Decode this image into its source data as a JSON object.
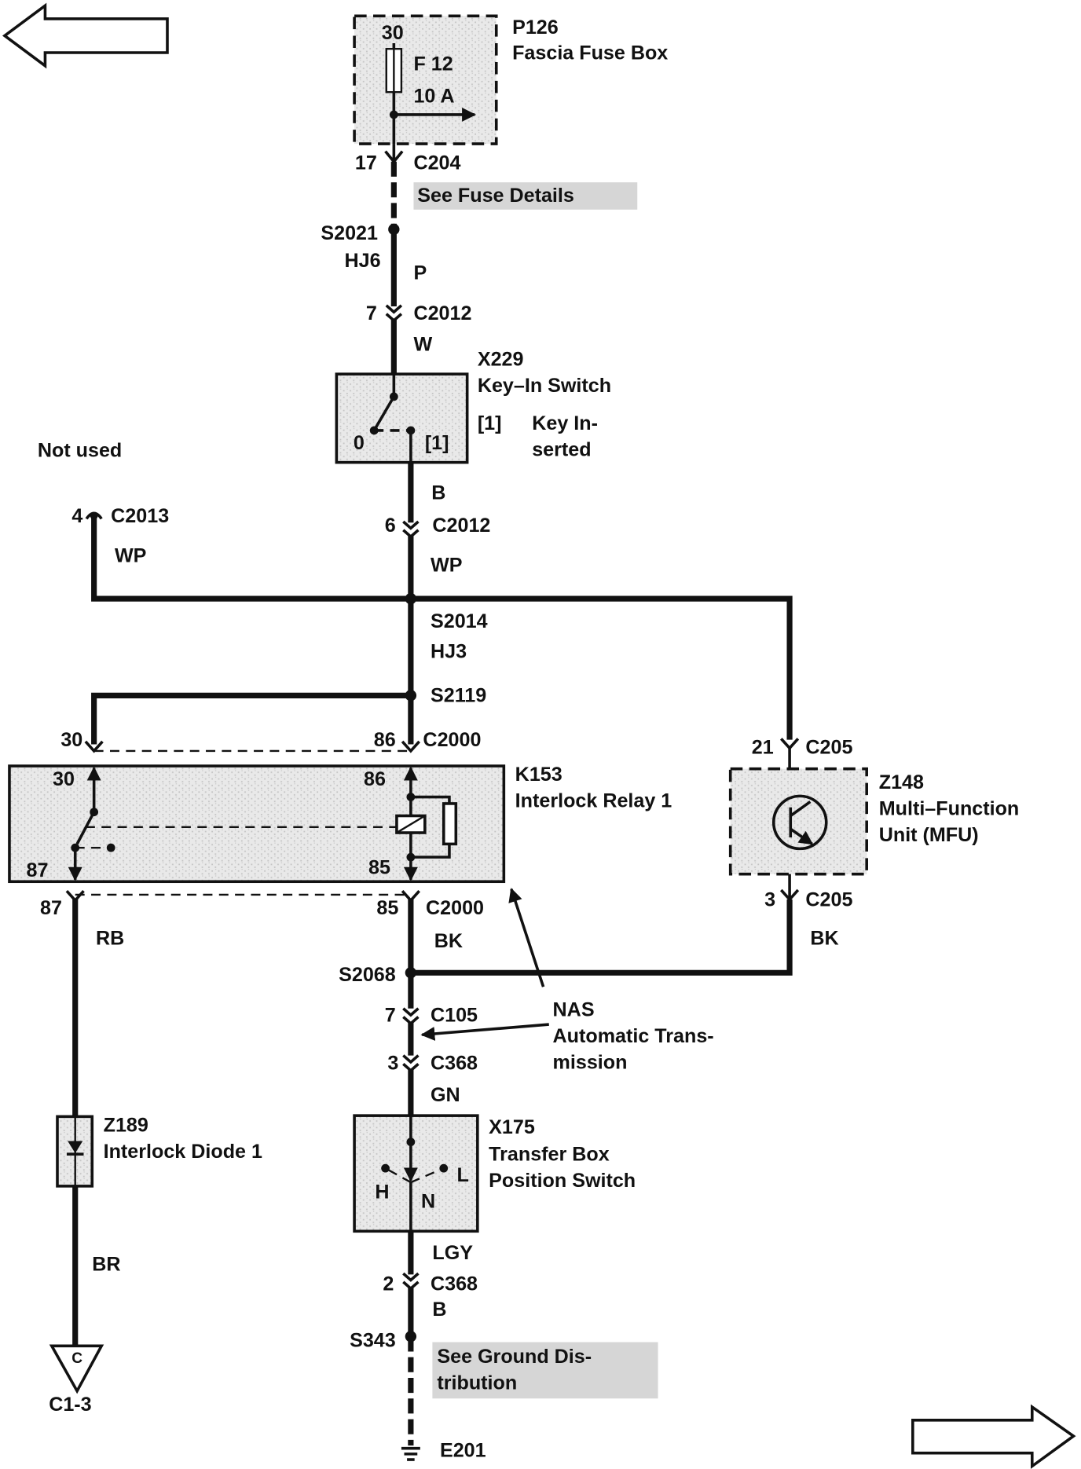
{
  "colors": {
    "ink": "#111111",
    "component_fill": "#e9e9e9",
    "speckle": "#c4c4c4",
    "note_fill": "#d6d6d6",
    "background": "#ffffff"
  },
  "icons": {
    "prev": "left-arrow-icon",
    "next": "right-arrow-icon",
    "fuse": "fuse-icon",
    "transistor": "transistor-icon",
    "diode": "diode-icon",
    "ground": "ground-icon"
  },
  "fuse_box": {
    "id": "P126",
    "name": "Fascia Fuse Box",
    "pin": "30",
    "fuse": "F 12",
    "rating": "10 A"
  },
  "key_switch": {
    "id": "X229",
    "name": "Key–In Switch",
    "legend_ref": "[1]",
    "legend_text_1": "Key In-",
    "legend_text_2": "serted",
    "pos_off": "0",
    "pos_on": "[1]"
  },
  "relay": {
    "id": "K153",
    "name": "Interlock Relay 1",
    "pin_30": "30",
    "pin_86": "86",
    "pin_87": "87",
    "pin_85": "85"
  },
  "mfu": {
    "id": "Z148",
    "name_line_1": "Multi–Function",
    "name_line_2": "Unit (MFU)"
  },
  "diode": {
    "id": "Z189",
    "name": "Interlock Diode 1"
  },
  "transfer_switch": {
    "id": "X175",
    "name_line_1": "Transfer Box",
    "name_line_2": "Position Switch",
    "pos_high": "H",
    "pos_neutral": "N",
    "pos_low": "L"
  },
  "connectors": {
    "c204": {
      "pin": "17",
      "id": "C204"
    },
    "c2012_upper": {
      "pin": "7",
      "id": "C2012"
    },
    "c2012_lower": {
      "pin": "6",
      "id": "C2012"
    },
    "c2013": {
      "pin": "4",
      "id": "C2013"
    },
    "c2000_upper": {
      "pin_left": "30",
      "pin_right": "86",
      "id": "C2000"
    },
    "c2000_lower": {
      "pin_left": "87",
      "pin_right": "85",
      "id": "C2000"
    },
    "c205_upper": {
      "pin": "21",
      "id": "C205"
    },
    "c205_lower": {
      "pin": "3",
      "id": "C205"
    },
    "c105": {
      "pin": "7",
      "id": "C105"
    },
    "c368_upper": {
      "pin": "3",
      "id": "C368"
    },
    "c368_lower": {
      "pin": "2",
      "id": "C368"
    }
  },
  "splices": {
    "s2021": "S2021",
    "s2014": "S2014",
    "s2119": "S2119",
    "s2068": "S2068",
    "s343": "S343"
  },
  "harness": {
    "hj6": "HJ6",
    "hj3": "HJ3"
  },
  "wires": {
    "fuse_feed": "P",
    "key_switch_feed": "W",
    "key_switch_out": "B",
    "main_wp": "WP",
    "left_wp": "WP",
    "relay_87_out": "RB",
    "relay_85_out": "BK",
    "mfu_out": "BK",
    "transfer_feed": "GN",
    "transfer_out": "LGY",
    "ground_feed": "B",
    "diode_out": "BR"
  },
  "notes": {
    "fuse_details": "See Fuse Details",
    "not_used": "Not used",
    "ground_line_1": "See Ground Dis-",
    "ground_line_2": "tribution",
    "nas_line_1": "NAS",
    "nas_line_2": "Automatic Trans-",
    "nas_line_3": "mission"
  },
  "terminals": {
    "c1_3_mark": "C",
    "c1_3": "C1-3",
    "ground": "E201"
  }
}
